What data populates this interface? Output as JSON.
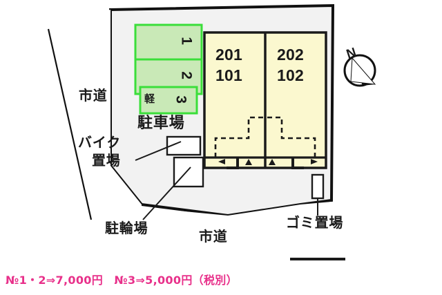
{
  "page": {
    "kind": "property-site-plan",
    "background_color": "#ffffff"
  },
  "colors": {
    "site_fill": "#f2f2f2",
    "site_stroke": "#111111",
    "building_fill": "#fbf8cf",
    "building_stroke": "#1a1a1a",
    "parking_fill": "#c9e9b7",
    "parking_stroke": "#3ade3a",
    "road_fill": "#ffffff",
    "road_stroke": "#111111",
    "box_fill": "#ffffff",
    "box_stroke": "#1a1a1a",
    "price_text": "#e8308a",
    "label_text": "#1a1a1a"
  },
  "compass": {
    "label": "N",
    "icon": "compass-north-icon"
  },
  "building": {
    "units": [
      {
        "upper": "201",
        "lower": "101"
      },
      {
        "upper": "202",
        "lower": "102"
      }
    ]
  },
  "parking": {
    "area_label": "駐車場",
    "stalls": [
      {
        "number": "1",
        "type": "standard"
      },
      {
        "number": "2",
        "type": "standard"
      },
      {
        "number": "3",
        "type": "kei",
        "kei_mark": "軽"
      }
    ]
  },
  "labels": {
    "road_left": "市道",
    "road_bottom": "市道",
    "motorbike_parking_line1": "バイク",
    "motorbike_parking_line2": "置場",
    "bicycle_parking": "駐輪場",
    "garbage_area": "ゴミ置場"
  },
  "price_note": {
    "text": "№1・2⇒7,000円　№3⇒5,000円（税別）"
  },
  "scale_bar": {
    "name": "scale-bar"
  }
}
